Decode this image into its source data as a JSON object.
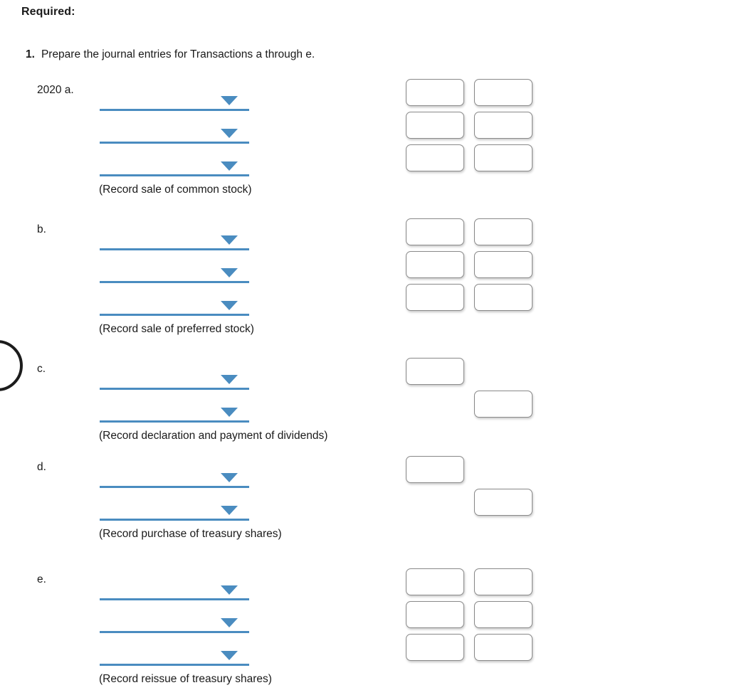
{
  "heading": "Required:",
  "task": {
    "number": "1.",
    "text": "Prepare the journal entries for Transactions a through e."
  },
  "colors": {
    "dropdown_accent": "#4a8cc0",
    "box_border": "#8a8a8a",
    "text": "#1a1a1a"
  },
  "entries": [
    {
      "label": "2020 a.",
      "note": "(Record sale of common stock)",
      "dropdown_rows": 3,
      "dropdown_value": "",
      "boxes": [
        {
          "column": "debit",
          "row": 0,
          "value": ""
        },
        {
          "column": "credit",
          "row": 0,
          "value": ""
        },
        {
          "column": "debit",
          "row": 1,
          "value": ""
        },
        {
          "column": "credit",
          "row": 1,
          "value": ""
        },
        {
          "column": "debit",
          "row": 2,
          "value": ""
        },
        {
          "column": "credit",
          "row": 2,
          "value": ""
        }
      ]
    },
    {
      "label": "b.",
      "note": "(Record sale of preferred stock)",
      "dropdown_rows": 3,
      "dropdown_value": "",
      "boxes": [
        {
          "column": "debit",
          "row": 0,
          "value": ""
        },
        {
          "column": "credit",
          "row": 0,
          "value": ""
        },
        {
          "column": "debit",
          "row": 1,
          "value": ""
        },
        {
          "column": "credit",
          "row": 1,
          "value": ""
        },
        {
          "column": "debit",
          "row": 2,
          "value": ""
        },
        {
          "column": "credit",
          "row": 2,
          "value": ""
        }
      ]
    },
    {
      "label": "c.",
      "note": "(Record declaration and payment of dividends)",
      "dropdown_rows": 2,
      "dropdown_value": "",
      "boxes": [
        {
          "column": "debit",
          "row": 0,
          "value": ""
        },
        {
          "column": "credit",
          "row": 1,
          "value": ""
        }
      ]
    },
    {
      "label": "d.",
      "note": "(Record purchase of treasury shares)",
      "dropdown_rows": 2,
      "dropdown_value": "",
      "boxes": [
        {
          "column": "debit",
          "row": 0,
          "value": ""
        },
        {
          "column": "credit",
          "row": 1,
          "value": ""
        }
      ]
    },
    {
      "label": "e.",
      "note": "(Record reissue of treasury shares)",
      "dropdown_rows": 3,
      "dropdown_value": "",
      "boxes": [
        {
          "column": "debit",
          "row": 0,
          "value": ""
        },
        {
          "column": "credit",
          "row": 0,
          "value": ""
        },
        {
          "column": "debit",
          "row": 1,
          "value": ""
        },
        {
          "column": "credit",
          "row": 1,
          "value": ""
        },
        {
          "column": "debit",
          "row": 2,
          "value": ""
        },
        {
          "column": "credit",
          "row": 2,
          "value": ""
        }
      ]
    }
  ],
  "icons": {
    "dropdown_caret": "chevron-down-icon"
  }
}
